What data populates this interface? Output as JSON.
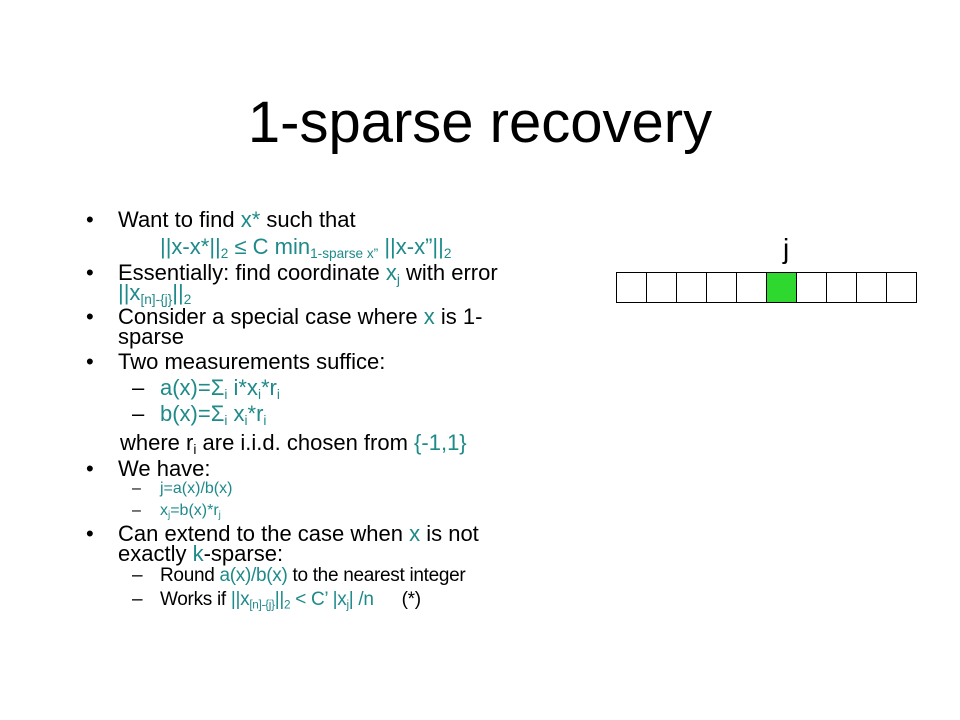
{
  "slide": {
    "title": "1-sparse recovery",
    "b1": {
      "t1": "Want to find ",
      "t2": "x*",
      "t3": " such that"
    },
    "b1sub": {
      "t1": "||x-x*||",
      "s1": "2",
      "t2": " ≤ C min",
      "s2": "1-sparse x”",
      "t3": " ||x-x”||",
      "s3": "2"
    },
    "b2a": {
      "t1": "Essentially: find coordinate ",
      "t2": "x",
      "s1": "j",
      "t3": " with error"
    },
    "b2b": {
      "t1": "||x",
      "s1": "[n]-{j}",
      "t2": "||",
      "s2": "2"
    },
    "b3a": {
      "t1": "Consider a special case where ",
      "t2": "x",
      "t3": " is 1-"
    },
    "b3b": {
      "t1": "sparse"
    },
    "b4": {
      "t1": "Two measurements suffice:"
    },
    "b4d1": {
      "t1": "a(x)=Σ",
      "s1": "i",
      "t2": " i*x",
      "s2": "i",
      "t3": "*r",
      "s3": "i"
    },
    "b4d2": {
      "t1": "b(x)=Σ",
      "s1": "i",
      "t2": " x",
      "s2": "i",
      "t3": "*r",
      "s3": "i"
    },
    "b4w": {
      "t1": "where r",
      "s1": "i",
      "t2": " are i.i.d. chosen from ",
      "t3": "{-1,1}"
    },
    "b5": {
      "t1": "We have:"
    },
    "b5d1": {
      "t1": "j=a(x)/b(x)"
    },
    "b5d2": {
      "t1": "x",
      "s1": "j",
      "t2": "=b(x)*r",
      "s2": "j"
    },
    "b6a": {
      "t1": "Can extend to the case when ",
      "t2": "x",
      "t3": " is not"
    },
    "b6b": {
      "t1": "exactly ",
      "t2": "k",
      "t3": "-sparse:"
    },
    "b6d1": {
      "t1": "Round ",
      "t2": "a(x)/b(x)",
      "t3": " to the nearest integer"
    },
    "b6d2": {
      "t1": "Works if ",
      "t2": "||x",
      "s1": "[n]-{j}",
      "t3": "||",
      "s2": "2",
      "t4": " < C’ |x",
      "s3": "j",
      "t5": "| /n",
      "t6": "(*)"
    },
    "bullet": "•",
    "dash": "–"
  },
  "diagram": {
    "label": "j",
    "cells": 10,
    "highlight_index": 5,
    "highlight_color": "#2fd82f"
  },
  "colors": {
    "accent": "#1f8a8a"
  }
}
